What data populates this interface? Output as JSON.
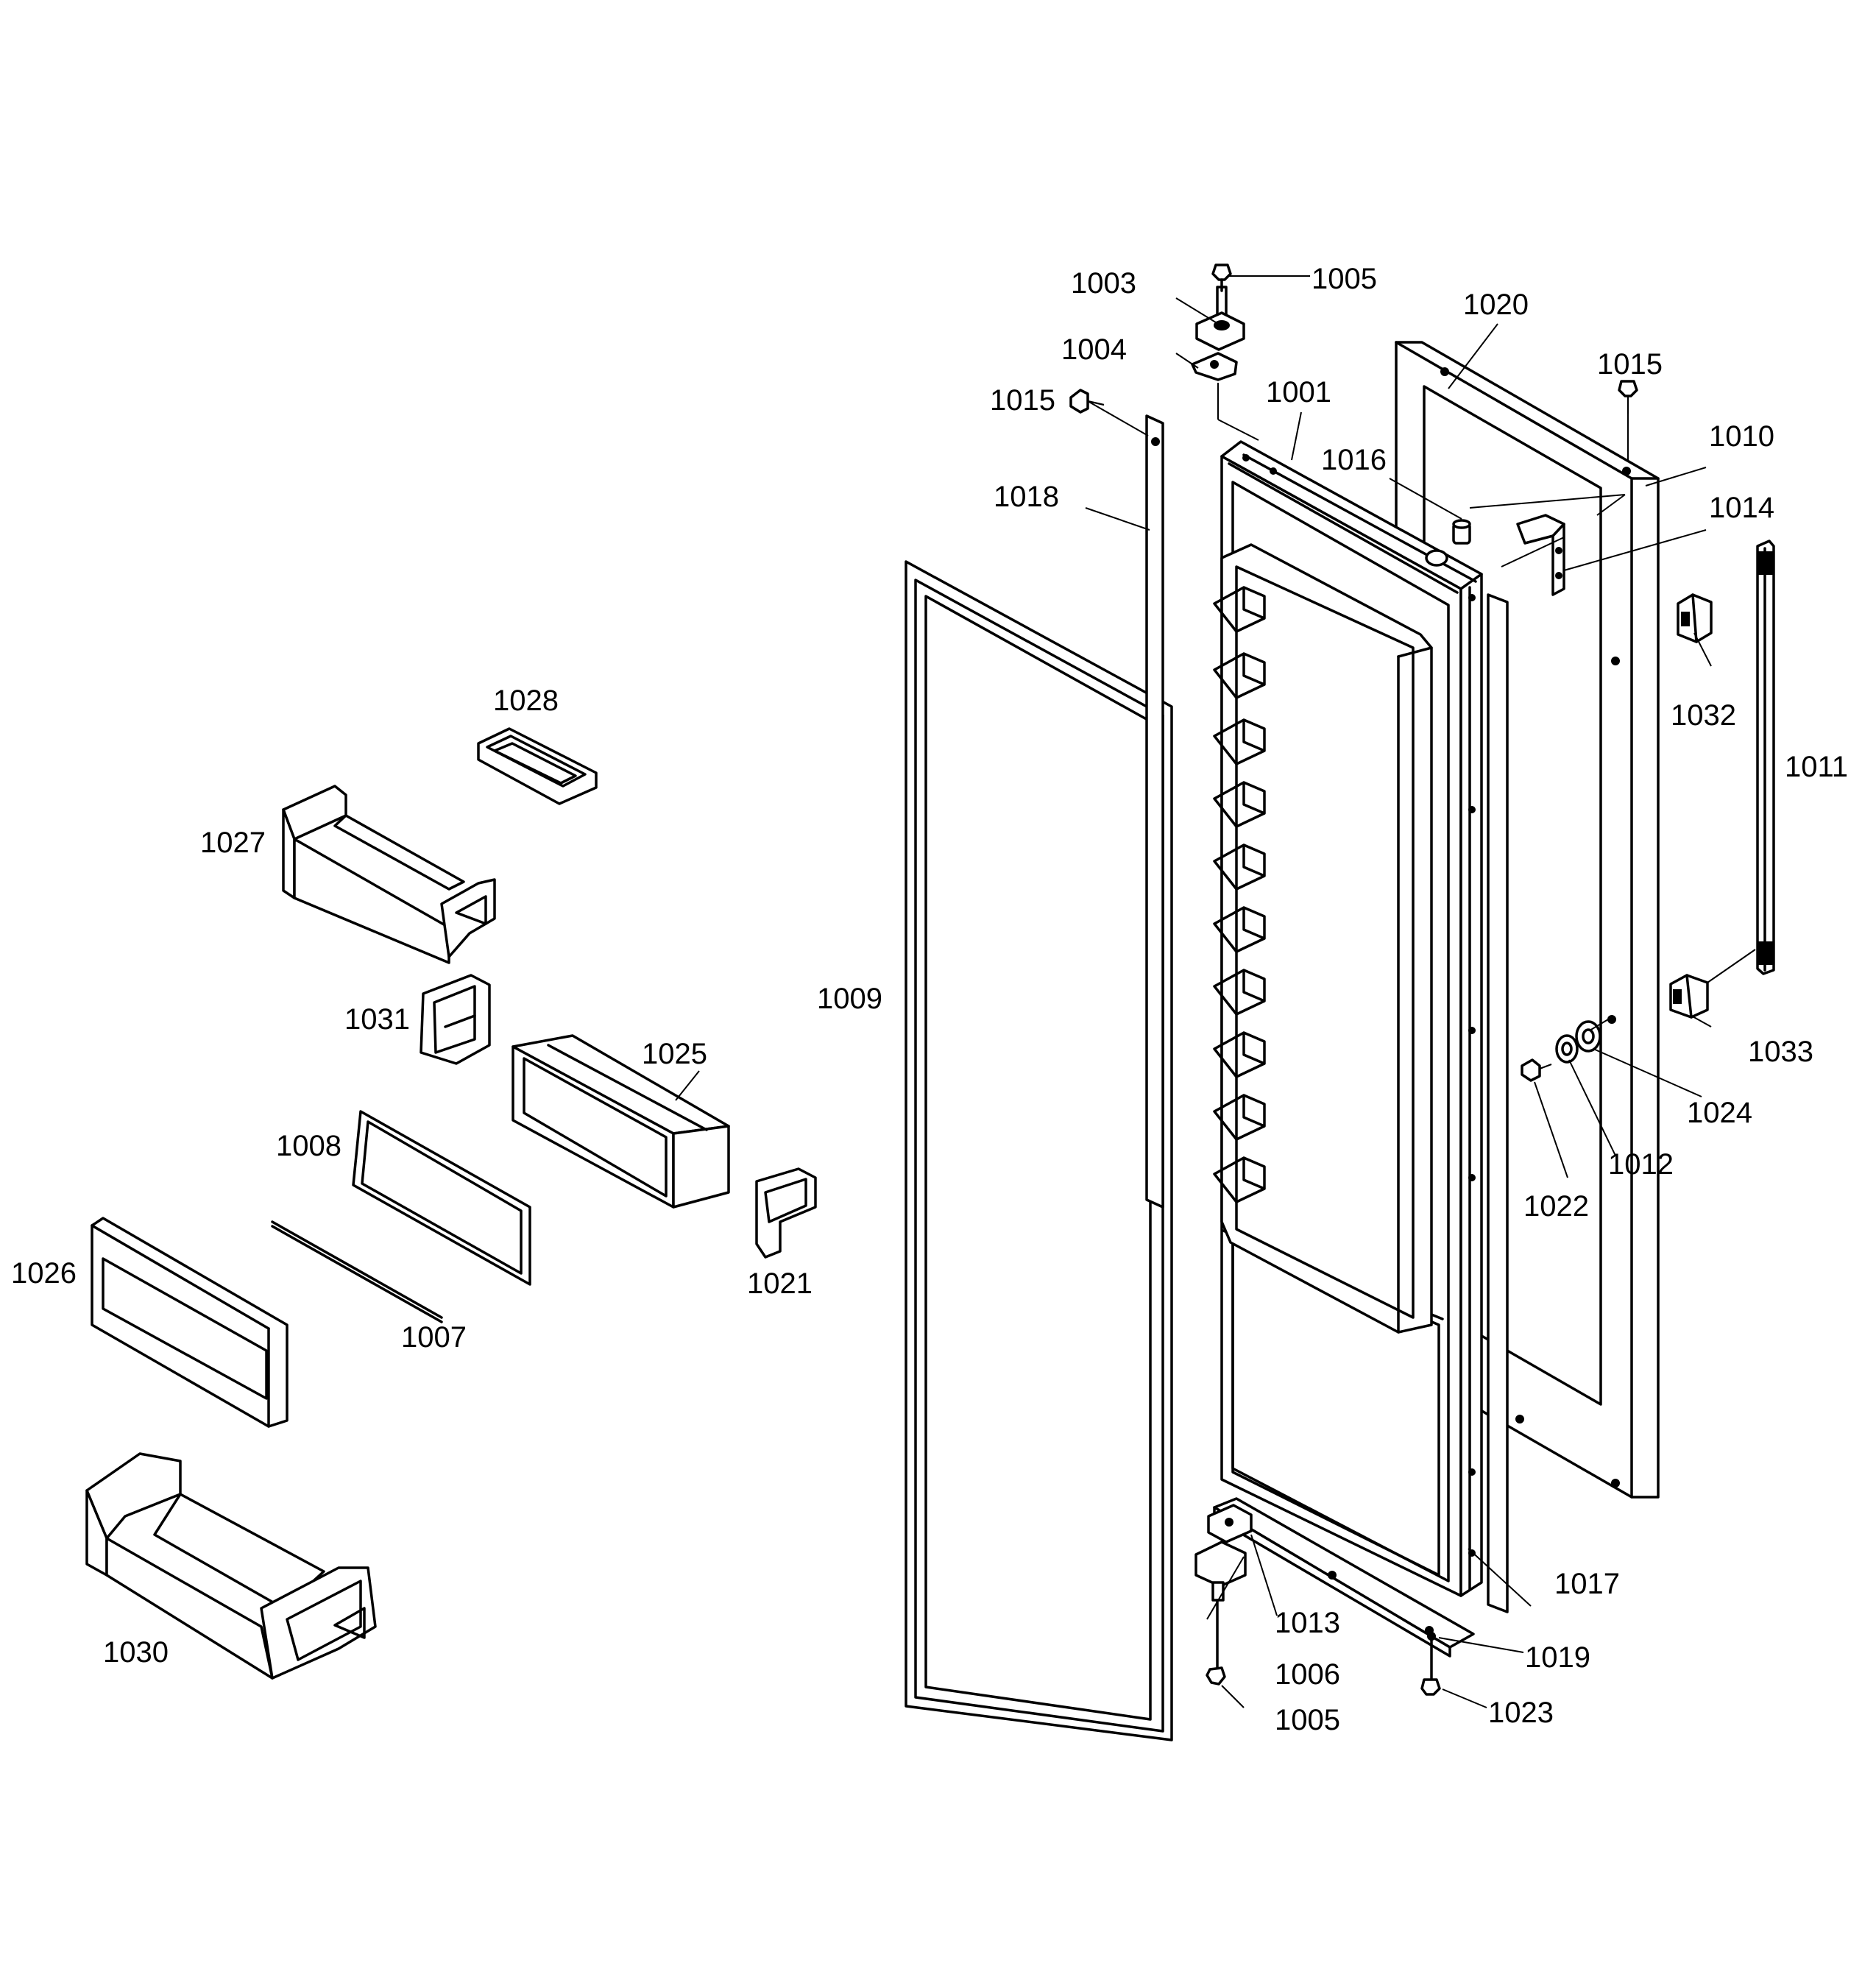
{
  "parts": [
    {
      "id": "door-inner-liner",
      "number": "1001"
    },
    {
      "id": "upper-hinge",
      "number": "1003"
    },
    {
      "id": "hinge-shim",
      "number": "1004"
    },
    {
      "id": "hinge-screw-top",
      "number": "1005"
    },
    {
      "id": "hinge-screw-bottom",
      "number": "1005"
    },
    {
      "id": "lower-hinge",
      "number": "1006"
    },
    {
      "id": "shelf-rod",
      "number": "1007"
    },
    {
      "id": "shelf-frame",
      "number": "1008"
    },
    {
      "id": "door-gasket",
      "number": "1009"
    },
    {
      "id": "door-outer-panel",
      "number": "1010"
    },
    {
      "id": "door-handle",
      "number": "1011"
    },
    {
      "id": "washer-a",
      "number": "1012"
    },
    {
      "id": "lower-bracket",
      "number": "1013"
    },
    {
      "id": "upper-bracket",
      "number": "1014"
    },
    {
      "id": "screw-left",
      "number": "1015"
    },
    {
      "id": "screw-right",
      "number": "1015"
    },
    {
      "id": "bushing",
      "number": "1016"
    },
    {
      "id": "side-trim-right",
      "number": "1017"
    },
    {
      "id": "side-trim-left",
      "number": "1018"
    },
    {
      "id": "bottom-cap",
      "number": "1019"
    },
    {
      "id": "top-cap",
      "number": "1020"
    },
    {
      "id": "bin-support",
      "number": "1021"
    },
    {
      "id": "screw-small",
      "number": "1022"
    },
    {
      "id": "screw-bottom",
      "number": "1023"
    },
    {
      "id": "washer-b",
      "number": "1024"
    },
    {
      "id": "dairy-compartment",
      "number": "1025"
    },
    {
      "id": "dairy-door",
      "number": "1026"
    },
    {
      "id": "door-bin-small",
      "number": "1027"
    },
    {
      "id": "egg-tray",
      "number": "1028"
    },
    {
      "id": "door-bin-large",
      "number": "1030"
    },
    {
      "id": "bin-end-cap",
      "number": "1031"
    },
    {
      "id": "handle-cap-top",
      "number": "1032"
    },
    {
      "id": "handle-cap-bottom",
      "number": "1033"
    }
  ]
}
